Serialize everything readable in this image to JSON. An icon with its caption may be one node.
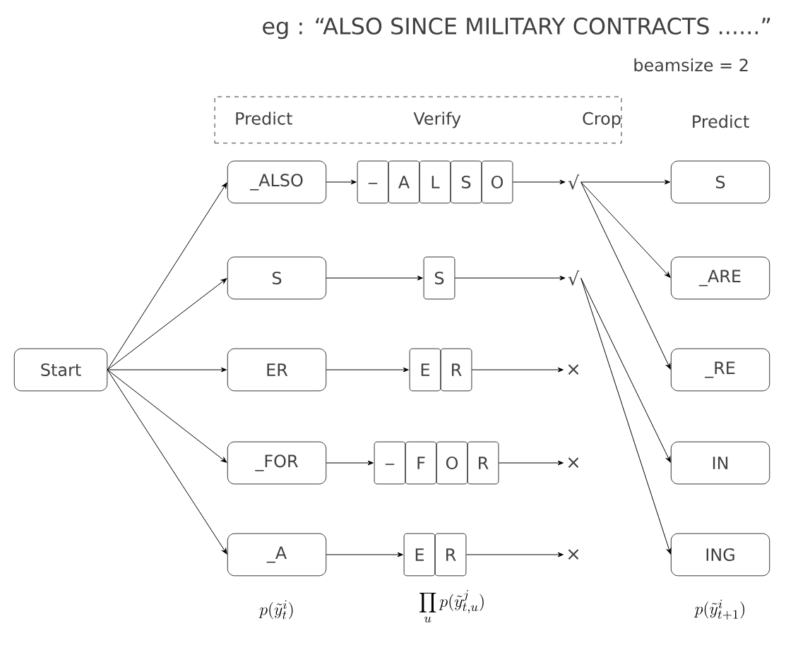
{
  "diagram": {
    "title": "eg : “ALSO SINCE MILITARY CONTRACTS  ......”",
    "nodes": [
      {
        "text": [
          "Predict",
          "Verify",
          "Crop"
        ]
      },
      {
        "text": [
          "Start"
        ]
      },
      {
        "text": [
          "_ALSO"
        ]
      },
      {
        "text": [
          "S"
        ]
      },
      {
        "text": [
          "ER"
        ]
      },
      {
        "text": [
          "_FOR"
        ]
      },
      {
        "text": [
          "_A"
        ]
      },
      {
        "text": [
          "_"
        ]
      },
      {
        "text": [
          "A"
        ]
      },
      {
        "text": [
          "L"
        ]
      },
      {
        "text": [
          "S"
        ]
      },
      {
        "text": [
          "O"
        ]
      },
      {
        "text": [
          "S"
        ]
      },
      {
        "text": [
          "E"
        ]
      },
      {
        "text": [
          "R"
        ]
      },
      {
        "text": [
          "_"
        ]
      },
      {
        "text": [
          "F"
        ]
      },
      {
        "text": [
          "O"
        ]
      },
      {
        "text": [
          "R"
        ]
      },
      {
        "text": [
          "E"
        ]
      },
      {
        "text": [
          "R"
        ]
      },
      {
        "text": [
          "√"
        ]
      },
      {
        "text": [
          "√"
        ]
      },
      {
        "text": [
          "×"
        ]
      },
      {
        "text": [
          "×"
        ]
      },
      {
        "text": [
          "×"
        ]
      },
      {
        "text": [
          "S"
        ]
      },
      {
        "text": [
          "_ARE"
        ]
      },
      {
        "text": [
          "_RE"
        ]
      },
      {
        "text": [
          "IN"
        ]
      },
      {
        "text": [
          "ING"
        ]
      }
    ],
    "edges": [
      {
        "from": 1,
        "to": 2,
        "arrow": "to"
      },
      {
        "from": 1,
        "to": 3,
        "arrow": "to"
      },
      {
        "from": 1,
        "to": 4,
        "arrow": "to"
      },
      {
        "from": 1,
        "to": 5,
        "arrow": "to"
      },
      {
        "from": 1,
        "to": 6,
        "arrow": "to"
      },
      {
        "from": 2,
        "to": 7,
        "arrow": "to"
      },
      {
        "from": 3,
        "to": 12,
        "arrow": "to"
      },
      {
        "from": 4,
        "to": 13,
        "arrow": "to"
      },
      {
        "from": 5,
        "to": 15,
        "arrow": "to"
      },
      {
        "from": 6,
        "to": 19,
        "arrow": "to"
      },
      {
        "from": 11,
        "to": 21,
        "arrow": "to"
      },
      {
        "from": 12,
        "to": 22,
        "arrow": "to"
      },
      {
        "from": 14,
        "to": 23,
        "arrow": "to"
      },
      {
        "from": 18,
        "to": 24,
        "arrow": "to"
      },
      {
        "from": 20,
        "to": 25,
        "arrow": "to"
      },
      {
        "from": 21,
        "to": 26,
        "arrow": "to"
      },
      {
        "from": 21,
        "to": 27,
        "arrow": "to"
      },
      {
        "from": 21,
        "to": 28,
        "arrow": "to"
      },
      {
        "from": 22,
        "to": 29,
        "arrow": "to"
      },
      {
        "from": 22,
        "to": 30,
        "arrow": "to"
      }
    ],
    "labels": [
      "beamsize = 2",
      "Predict",
      "p(\\tilde{y}_t^{i})",
      "\\prod_{u} p(\\tilde{y}_{t,u}^{j})",
      "p(\\tilde{y}_{t+1}^{i})"
    ]
  }
}
